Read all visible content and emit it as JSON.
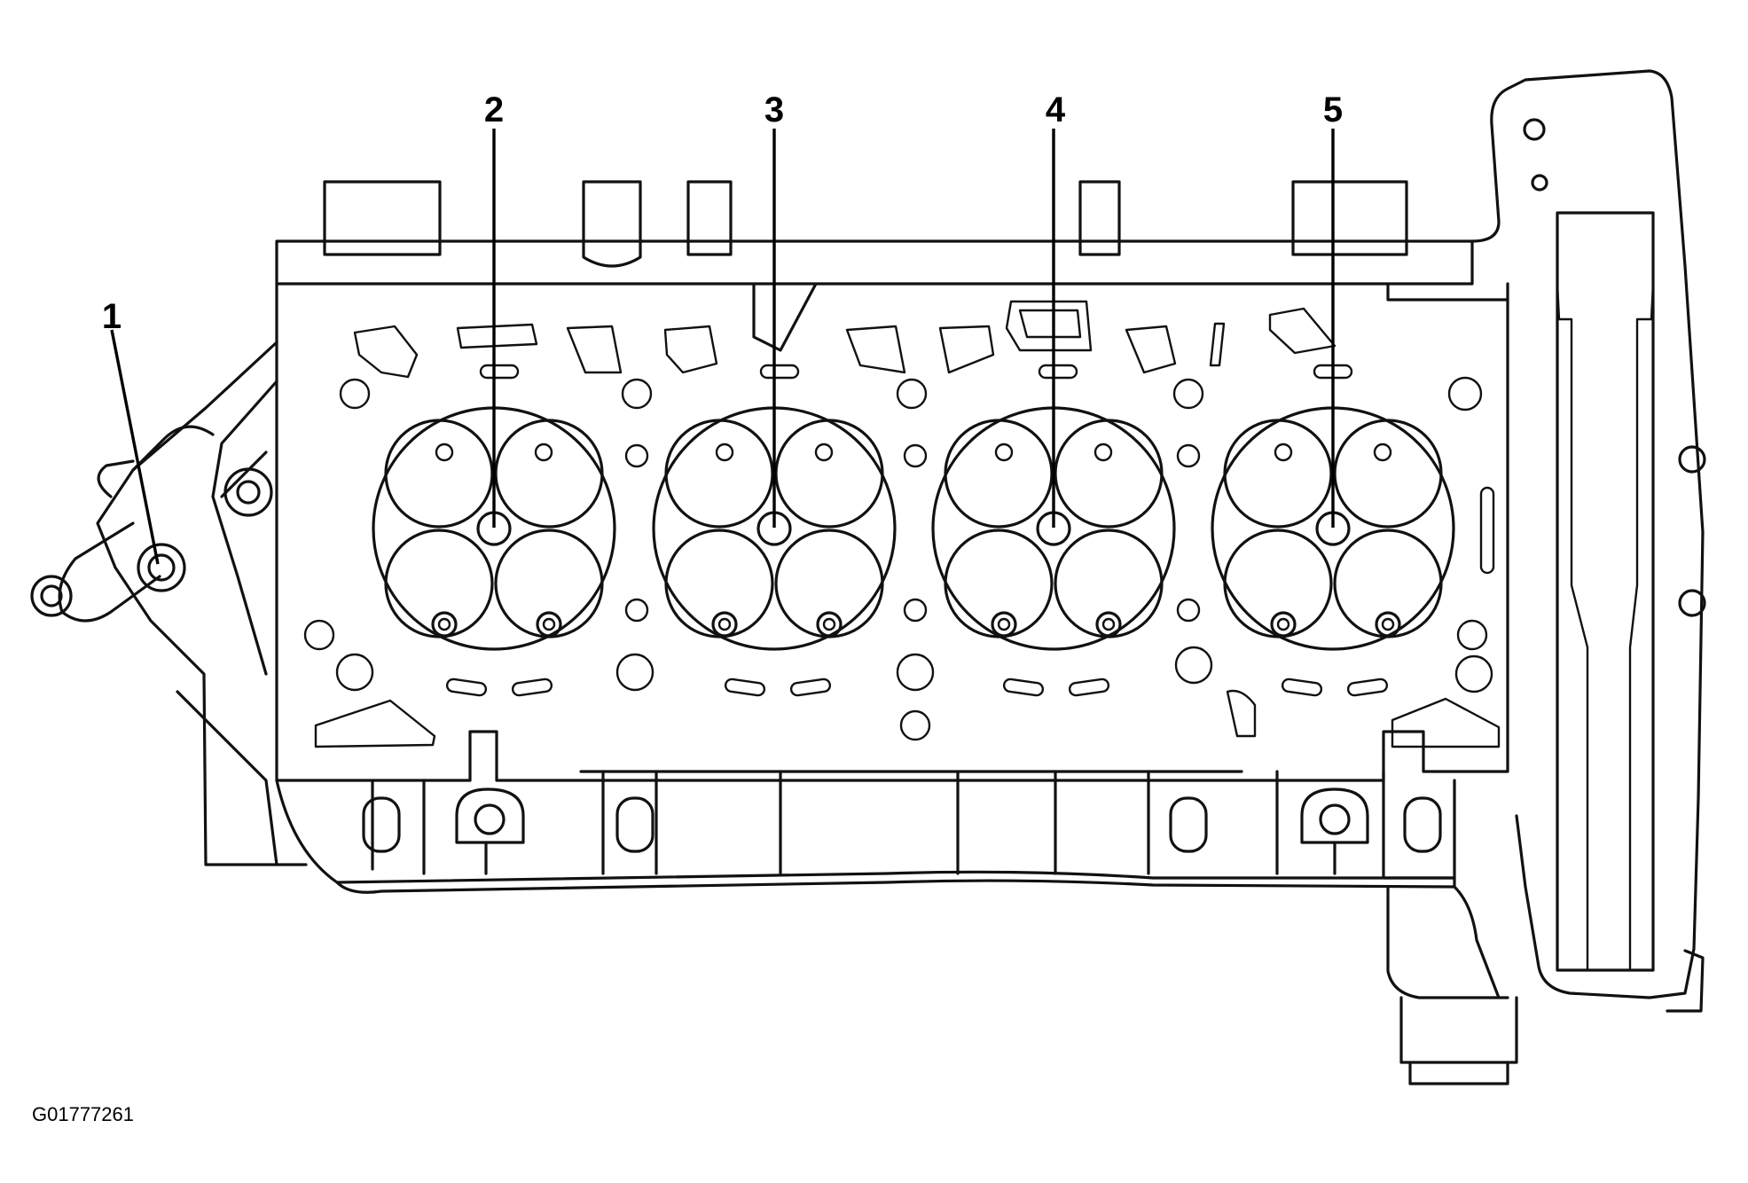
{
  "figure": {
    "id": "G01777261",
    "callouts": [
      {
        "number": "1"
      },
      {
        "number": "2"
      },
      {
        "number": "3"
      },
      {
        "number": "4"
      },
      {
        "number": "5"
      }
    ]
  },
  "colors": {
    "line": "#111111",
    "background": "#ffffff"
  }
}
